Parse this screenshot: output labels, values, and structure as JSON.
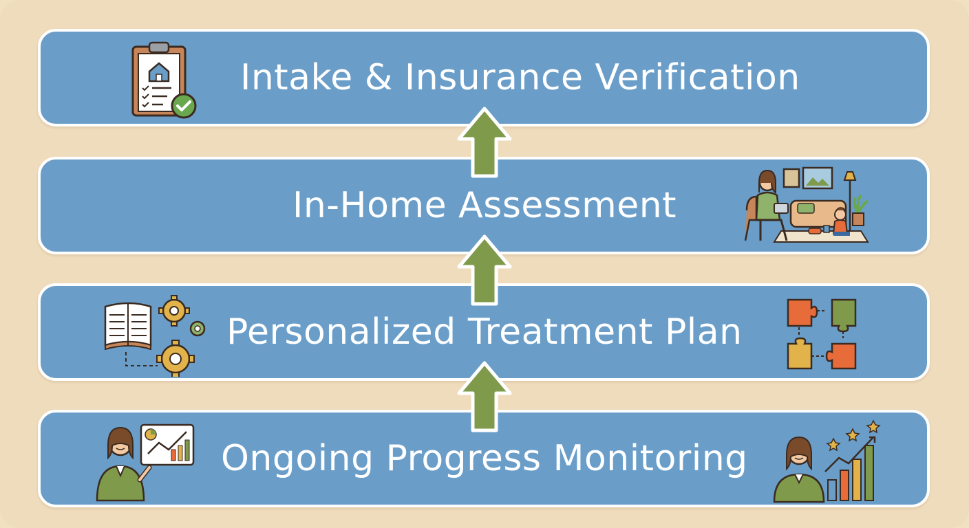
{
  "steps": [
    {
      "label": "Intake & Insurance Verification",
      "icons": [
        "clipboard-checklist-icon"
      ]
    },
    {
      "label": "In-Home Assessment",
      "icons": [
        "home-visit-scene-icon"
      ]
    },
    {
      "label": "Personalized Treatment Plan",
      "icons": [
        "book-gears-icon",
        "puzzle-pieces-icon"
      ]
    },
    {
      "label": "Ongoing Progress Monitoring",
      "icons": [
        "presenter-chart-icon",
        "growth-chart-stars-icon"
      ]
    }
  ],
  "flow_direction": "upward",
  "colors": {
    "background": "#efdcbc",
    "step_fill": "#6a9ec9",
    "step_border": "#ffffff",
    "arrow_fill": "#7e9a4a",
    "label_text": "#ffffff"
  }
}
